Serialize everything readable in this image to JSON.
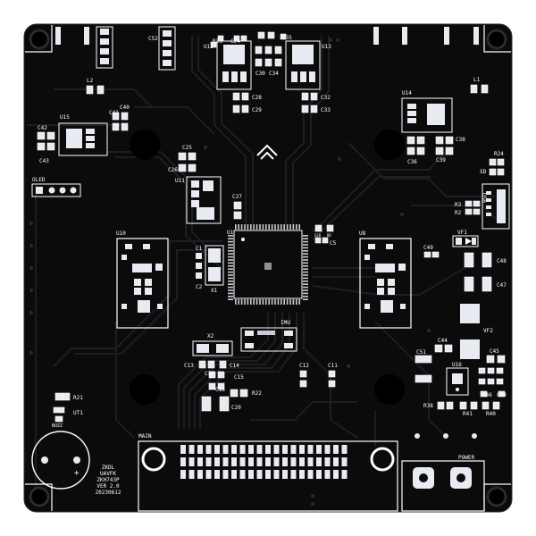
{
  "colors": {
    "background": "#ffffff",
    "board": "#0b0b0c",
    "copper_trace": "#1d1e22",
    "pad": "#e9ebf2",
    "silkscreen": "#ffffff",
    "mounting_hole": "#000000",
    "status": "#ffffff"
  },
  "labels": {
    "c52": "C52",
    "r23": "R23",
    "c24": "C24",
    "u12": "U12",
    "c30": "C30",
    "c34": "C34",
    "c35": "C35",
    "u13": "U13",
    "c28": "C28",
    "c29": "C29",
    "c32": "C32",
    "c33": "C33",
    "l2": "L2",
    "l1": "L1",
    "u14": "U14",
    "c40": "C40",
    "c41": "C41",
    "c42": "C42",
    "u15": "U15",
    "c43": "C43",
    "c25": "C25",
    "c26": "C26",
    "c36": "C36",
    "c38": "C38",
    "c39": "C39",
    "r24": "R24",
    "sd": "SD",
    "oled": "OLED",
    "u11": "U11",
    "c27": "C27",
    "usb": "USB",
    "r3": "R3",
    "r2": "R2",
    "u1": "U1",
    "clk": "CLK",
    "bd": "BD",
    "c5": "C5",
    "u10": "U10",
    "u8": "U8",
    "vf1": "VF1",
    "c48": "C48",
    "c49": "C49",
    "c47": "C47",
    "c1": "C1",
    "c2": "C2",
    "x1": "X1",
    "imu": "IMU",
    "vf2": "VF2",
    "x2": "X2",
    "c44": "C44",
    "c45": "C45",
    "c51": "C51",
    "u16": "U16",
    "c13": "C13",
    "c14": "C14",
    "c15": "C15",
    "c12": "C12",
    "c11": "C11",
    "c16": "C16",
    "c17": "C17",
    "r22": "R22",
    "c20": "C20",
    "c46": "C46",
    "c39b": "C39",
    "r38": "R38",
    "r41": "R41",
    "r40": "R40",
    "r21": "R21",
    "ut1": "UT1",
    "buzz": "BUZZ",
    "main": "MAIN",
    "power": "POWER"
  },
  "board_text": [
    "ZKDL",
    "UAVFK",
    "ZKH743P",
    "VER 2.0",
    "20230612"
  ]
}
